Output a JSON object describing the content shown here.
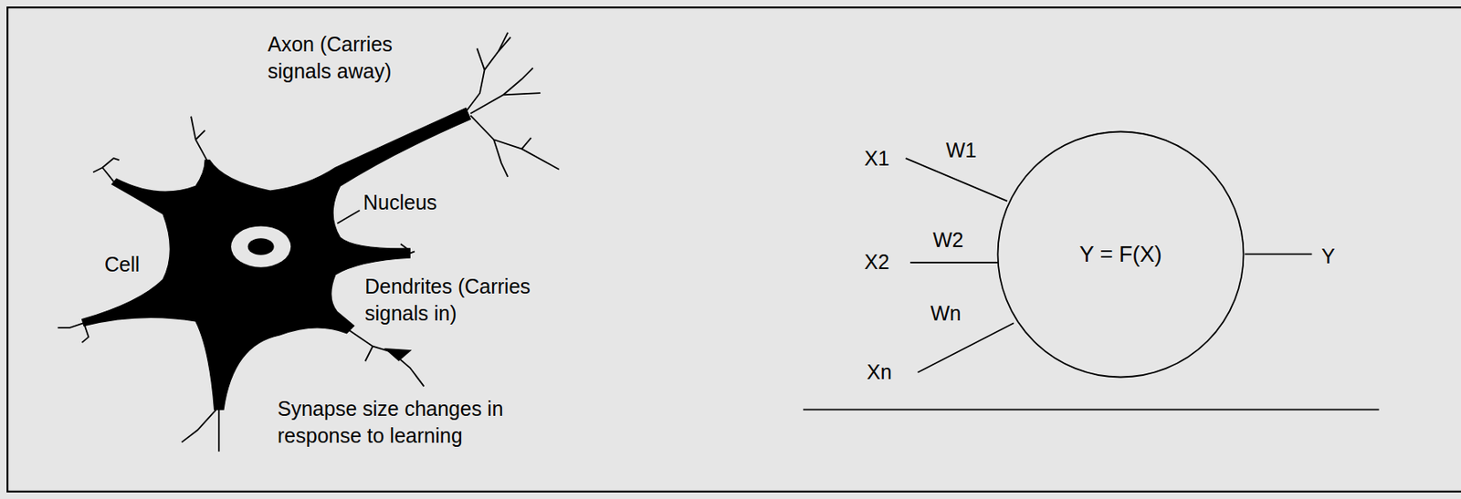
{
  "diagram": {
    "nodes": [
      {
        "text": [
          "Y = F(X)"
        ]
      }
    ],
    "labels": [
      "Axon (Carries signals away)",
      "Nucleus",
      "Cell",
      "Dendrites (Carries signals in)",
      "Synapse size changes in response to learning",
      "X1",
      "W1",
      "X2",
      "W2",
      "Wn",
      "Xn",
      "Y"
    ]
  }
}
